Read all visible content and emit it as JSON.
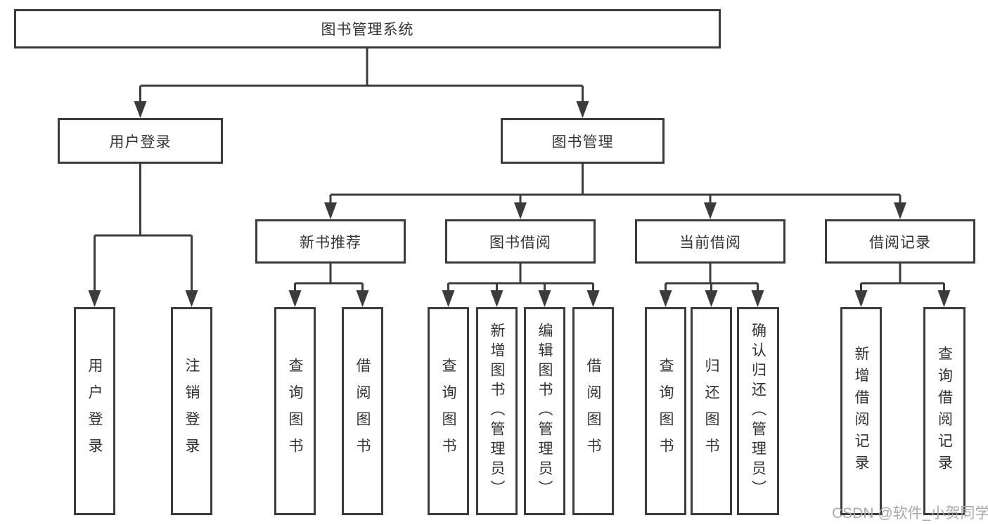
{
  "diagram": {
    "watermark": "CSDN @软件_小贺同学",
    "colors": {
      "line": "#3b3b3b",
      "text": "#333333",
      "background": "#ffffff",
      "watermark": "#a9a9a9"
    },
    "tree": {
      "label": "图书管理系统",
      "children": [
        {
          "label": "用户登录",
          "children": [
            {
              "label": "用户登录"
            },
            {
              "label": "注销登录"
            }
          ]
        },
        {
          "label": "图书管理",
          "children": [
            {
              "label": "新书推荐",
              "children": [
                {
                  "label": "查询图书"
                },
                {
                  "label": "借阅图书"
                }
              ]
            },
            {
              "label": "图书借阅",
              "children": [
                {
                  "label": "查询图书"
                },
                {
                  "label": "新增图书（管理员）"
                },
                {
                  "label": "编辑图书（管理员）"
                },
                {
                  "label": "借阅图书"
                }
              ]
            },
            {
              "label": "当前借阅",
              "children": [
                {
                  "label": "查询图书"
                },
                {
                  "label": "归还图书"
                },
                {
                  "label": "确认归还（管理员）"
                }
              ]
            },
            {
              "label": "借阅记录",
              "children": [
                {
                  "label": "新增借阅记录"
                },
                {
                  "label": "查询借阅记录"
                }
              ]
            }
          ]
        }
      ]
    }
  }
}
